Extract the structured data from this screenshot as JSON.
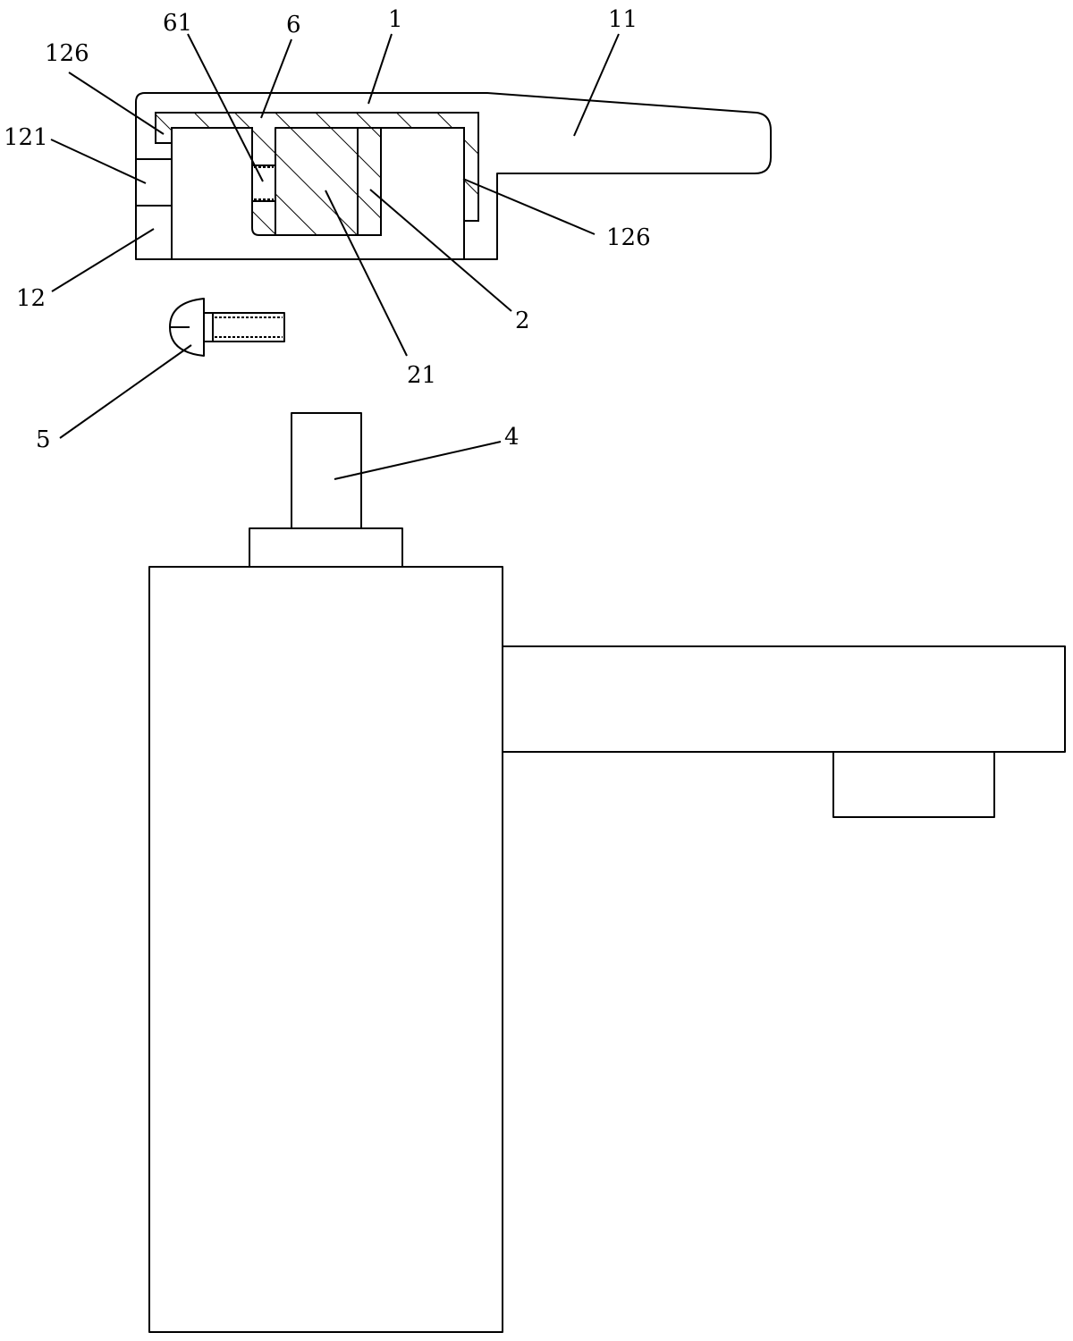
{
  "labels": {
    "l126a": "126",
    "l61": "61",
    "l6": "6",
    "l1": "1",
    "l11": "11",
    "l121": "121",
    "l126b": "126",
    "l12": "12",
    "l2": "2",
    "l21": "21",
    "l5": "5",
    "l4": "4"
  },
  "colors": {
    "stroke": "#000000",
    "background": "#ffffff"
  }
}
